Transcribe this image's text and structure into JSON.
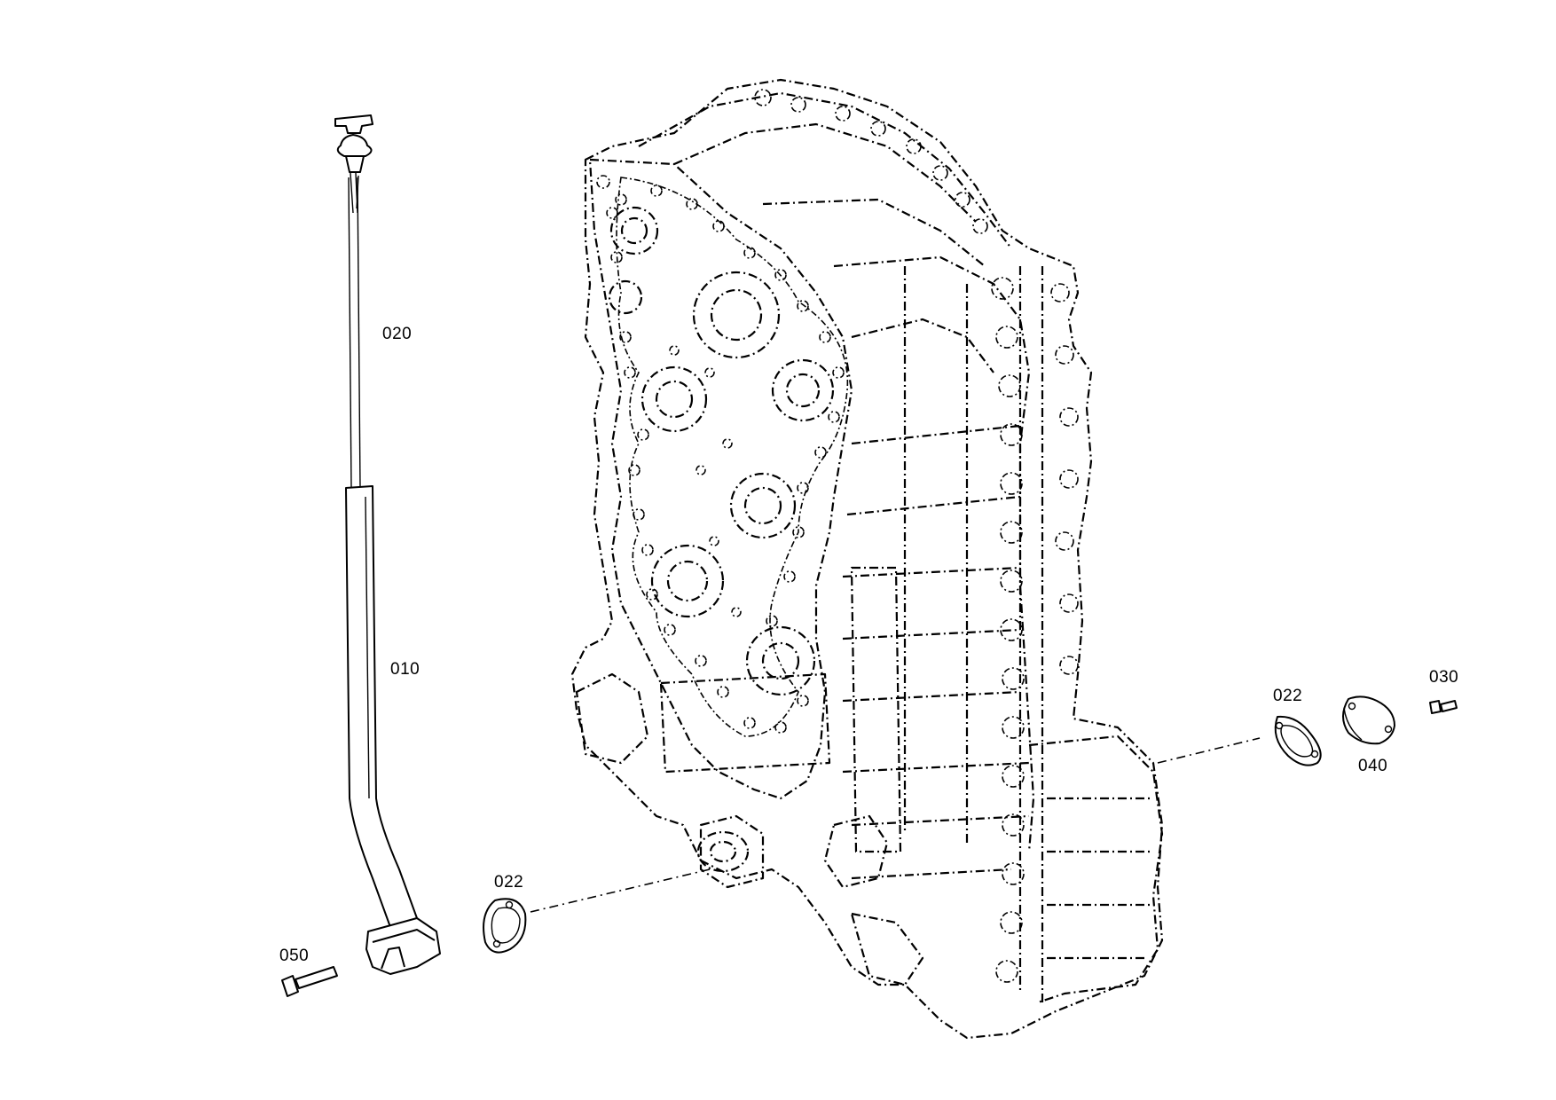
{
  "drawing": {
    "parts": [
      {
        "id": "dipstick-tube",
        "label": "010"
      },
      {
        "id": "dipstick",
        "label": "020"
      },
      {
        "id": "gasket-front",
        "label": "022"
      },
      {
        "id": "gasket-rear",
        "label": "022"
      },
      {
        "id": "bolt-rear",
        "label": "030"
      },
      {
        "id": "bolt-front",
        "label": "040"
      },
      {
        "id": "cover-plate",
        "label": "050"
      }
    ]
  }
}
